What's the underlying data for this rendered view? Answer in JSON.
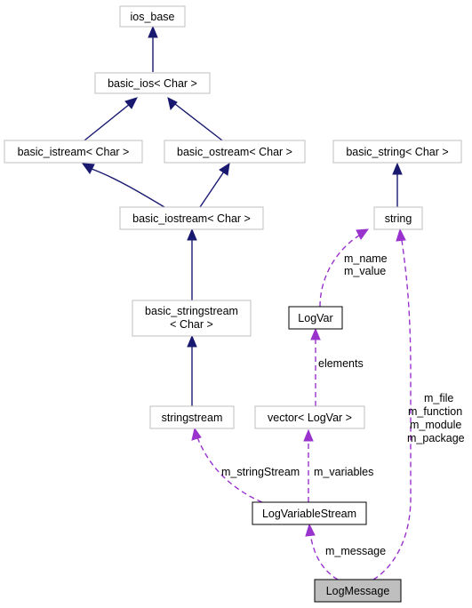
{
  "diagram": {
    "nodes": {
      "ios_base": "ios_base",
      "basic_ios": "basic_ios< Char >",
      "basic_istream": "basic_istream< Char >",
      "basic_ostream": "basic_ostream< Char >",
      "basic_iostream": "basic_iostream< Char >",
      "basic_stringstream_line1": "basic_stringstream",
      "basic_stringstream_line2": "< Char >",
      "stringstream": "stringstream",
      "basic_string": "basic_string< Char >",
      "string": "string",
      "logvar": "LogVar",
      "vector_logvar": "vector< LogVar >",
      "logvariablestream": "LogVariableStream",
      "logmessage": "LogMessage"
    },
    "edge_labels": {
      "m_name": "m_name",
      "m_value": "m_value",
      "elements": "elements",
      "m_stringStream": "m_stringStream",
      "m_variables": "m_variables",
      "m_message": "m_message",
      "m_file": "m_file",
      "m_function": "m_function",
      "m_module": "m_module",
      "m_package": "m_package"
    },
    "colors": {
      "inheritance": "#191970",
      "usage": "#9a32cd",
      "box_border": "#bfbfbf",
      "focus_fill": "#bfbfbf"
    }
  }
}
